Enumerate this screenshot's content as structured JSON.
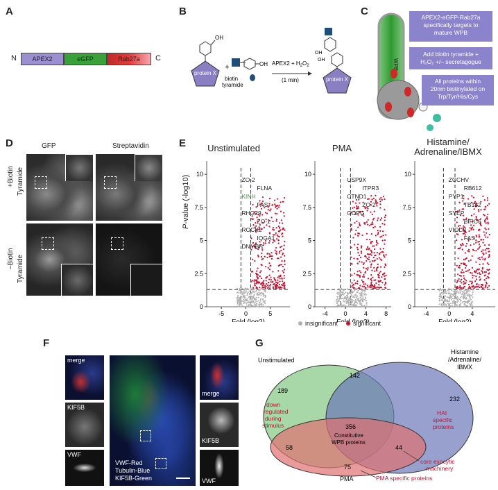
{
  "panels": {
    "A": "A",
    "B": "B",
    "C": "C",
    "D": "D",
    "E": "E",
    "F": "F",
    "G": "G"
  },
  "panelA": {
    "n_term": "N",
    "c_term": "C",
    "segments": [
      {
        "label": "APEX2",
        "color": "#9b8fd0"
      },
      {
        "label": "eGFP",
        "color": "#3aa13a"
      },
      {
        "label": "Rab27a",
        "color": "#d42030"
      }
    ]
  },
  "panelB": {
    "protein_x": "protein X",
    "oh": "OH",
    "plus": "+",
    "biotin_tyramide": [
      "biotin",
      "tyramide"
    ],
    "reaction": "APEX2 + H",
    "reaction_sub": "2",
    "reaction_o": "O",
    "reaction_sub2": "2",
    "time": "(1 min)",
    "product_oh": "OH"
  },
  "panelC": {
    "wpb": "WPB",
    "box1": [
      "APEX2-eGFP-Rab27a",
      "specifically targets to",
      "mature WPB"
    ],
    "box2": [
      "Add biotin tyramide +",
      "H₂O₂ +/– secretagogue"
    ],
    "box3": [
      "All proteins within",
      "20nm biotinylated on",
      "Trp/Tyr/His/Cys"
    ],
    "box_color": "#8b84cc"
  },
  "panelD": {
    "col1": "GFP",
    "col2": "Streptavidin",
    "row1_top": "+Biotin",
    "row1_bot": "Tyramide",
    "row2_top": "–Biotin",
    "row2_bot": "Tyramide"
  },
  "panelE": {
    "titles": [
      "Unstimulated",
      "PMA",
      "Histamine/\nAdrenaline/IBMX"
    ],
    "title3_lines": [
      "Histamine/",
      "Adrenaline/IBMX"
    ],
    "ylabel": "P-value (-log10)",
    "ylabel_p": "P",
    "ylabel_rest": "-value (-log10)",
    "xlabel": "Fold (log2)",
    "legend": [
      {
        "label": "insignificant",
        "color": "#b0b0b0"
      },
      {
        "label": "significant",
        "color": "#c8102e"
      }
    ],
    "plots": [
      {
        "xticks": [
          -5,
          0,
          5
        ],
        "xlim": [
          -8,
          9
        ],
        "yticks": [
          0,
          2.5,
          5,
          7.5,
          10
        ],
        "ylim": [
          0,
          11
        ],
        "labels": [
          "ZO-2",
          "FLNA",
          "KINH",
          "FAS",
          "RHG29",
          "ZO-1",
          "ROCK2",
          "IQGA1",
          "DNMBP"
        ]
      },
      {
        "xticks": [
          -4,
          0,
          4,
          8
        ],
        "xlim": [
          -6,
          9
        ],
        "yticks": [
          0,
          2.5,
          5,
          7.5,
          10
        ],
        "ylim": [
          0,
          11
        ],
        "labels": [
          "USP9X",
          "ITPR3",
          "CTND1",
          "ZO-2",
          "GOPC"
        ]
      },
      {
        "xticks": [
          -4,
          0,
          4
        ],
        "xlim": [
          -6,
          8
        ],
        "yticks": [
          0,
          2.5,
          5,
          7.5,
          10
        ],
        "ylim": [
          0,
          11
        ],
        "labels": [
          "ZCCHV",
          "RB612",
          "PYP1",
          "TB182",
          "SYEP",
          "BIRC6",
          "VIGLN",
          "FAS"
        ]
      }
    ],
    "kinh_color": "#2e9e3a"
  },
  "panelF": {
    "merge": "merge",
    "kif5b": "KIF5B",
    "vwf": "VWF",
    "legend": [
      "VWF-Red",
      "Tubulin-Blue",
      "KIF5B-Green"
    ]
  },
  "panelG": {
    "sets": [
      {
        "label": "Unstimulated",
        "color": "#8bc98b"
      },
      {
        "label_lines": [
          "Histamine",
          "/Adrenaline/",
          "IBMX"
        ],
        "color": "#6c78b8"
      },
      {
        "label": "PMA",
        "color": "#e07070"
      }
    ],
    "counts": {
      "unstim_only": "189",
      "unstim_hai": "142",
      "hai_only": "232",
      "all": "356",
      "unstim_pma": "58",
      "pma_hai": "44",
      "pma_only": "75"
    },
    "center_label": [
      "Constitutive",
      "WPB proteins"
    ],
    "annotations": {
      "down": [
        "down",
        "regulated",
        "during",
        "stimulus"
      ],
      "hai": [
        "HAI",
        "specific",
        "proteins"
      ],
      "core": [
        "core exocytic",
        "machinery"
      ],
      "pma": "PMA specific proteins"
    },
    "annotation_color": "#c8102e"
  }
}
